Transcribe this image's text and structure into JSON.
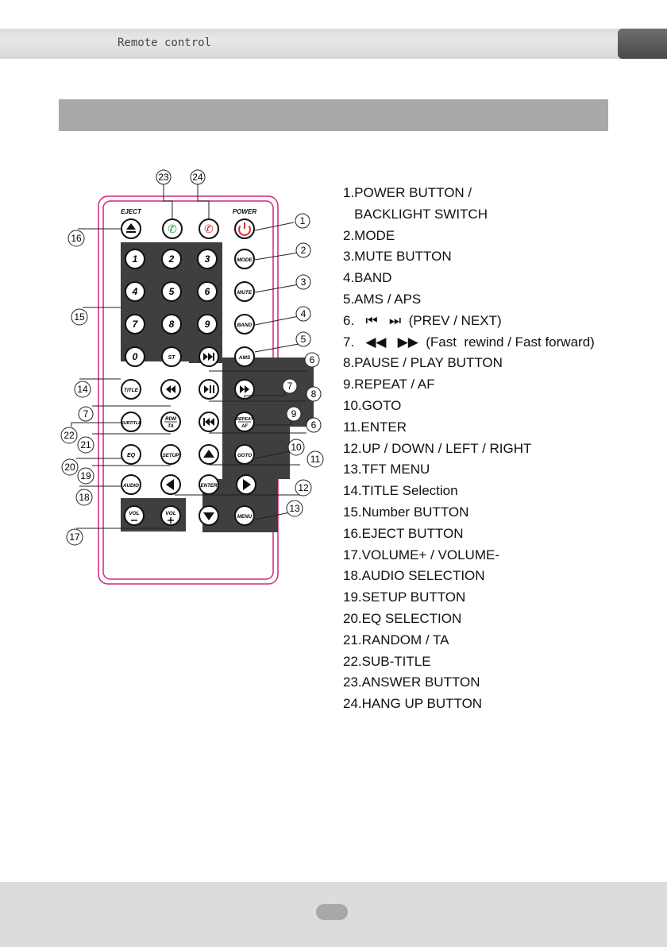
{
  "header": {
    "title": "Remote control"
  },
  "remote": {
    "eject_caption": "EJECT",
    "power_caption": "POWER",
    "keys": {
      "n1": "1",
      "n2": "2",
      "n3": "3",
      "n4": "4",
      "n5": "5",
      "n6": "6",
      "n7": "7",
      "n8": "8",
      "n9": "9",
      "n0": "0",
      "st": "ST",
      "mode": "MODE",
      "mute": "MUTE",
      "band": "BAND",
      "ams": "AMS",
      "title": "TITLE",
      "subtitle": "SUBTITLE",
      "rdm": "RDM",
      "ta": "TA",
      "repeat": "REPEAT",
      "af": "AF",
      "eq": "EQ",
      "setup": "SETUP",
      "goto": "GOTO",
      "audio": "AUDIO",
      "enter": "ENTER",
      "vol_minus": "VOL",
      "vol_plus": "VOL",
      "menu": "MENU"
    },
    "callouts": [
      "1",
      "2",
      "3",
      "4",
      "5",
      "6",
      "7",
      "8",
      "9",
      "10",
      "11",
      "12",
      "13",
      "14",
      "15",
      "16",
      "17",
      "18",
      "19",
      "20",
      "21",
      "22",
      "23",
      "24"
    ],
    "callout_7b": "7",
    "callout_6b": "6"
  },
  "labels": [
    "1.POWER BUTTON /",
    "   BACKLIGHT SWITCH",
    "2.MODE",
    "3.MUTE BUTTON",
    "4.BAND",
    "5.AMS / APS",
    "6.   ⏮   ⏭  (PREV / NEXT)",
    "7.   ◀◀   ▶▶  (Fast  rewind / Fast forward)",
    "8.PAUSE / PLAY BUTTON",
    "9.REPEAT / AF",
    "10.GOTO",
    "11.ENTER",
    "12.UP / DOWN / LEFT / RIGHT",
    "13.TFT MENU",
    "14.TITLE Selection",
    "15.Number BUTTON",
    "16.EJECT BUTTON",
    "17.VOLUME+ / VOLUME-",
    "18.AUDIO SELECTION",
    "19.SETUP BUTTON",
    "20.EQ SELECTION",
    "21.RANDOM / TA",
    "22.SUB-TITLE",
    "23.ANSWER BUTTON",
    "24.HANG UP BUTTON"
  ],
  "colors": {
    "remote_outline": "#d4257a",
    "answer_green": "#1a9a3a",
    "hangup_red": "#d42a2a",
    "power_red": "#e03030",
    "key_panel": "#3f3f3f"
  }
}
